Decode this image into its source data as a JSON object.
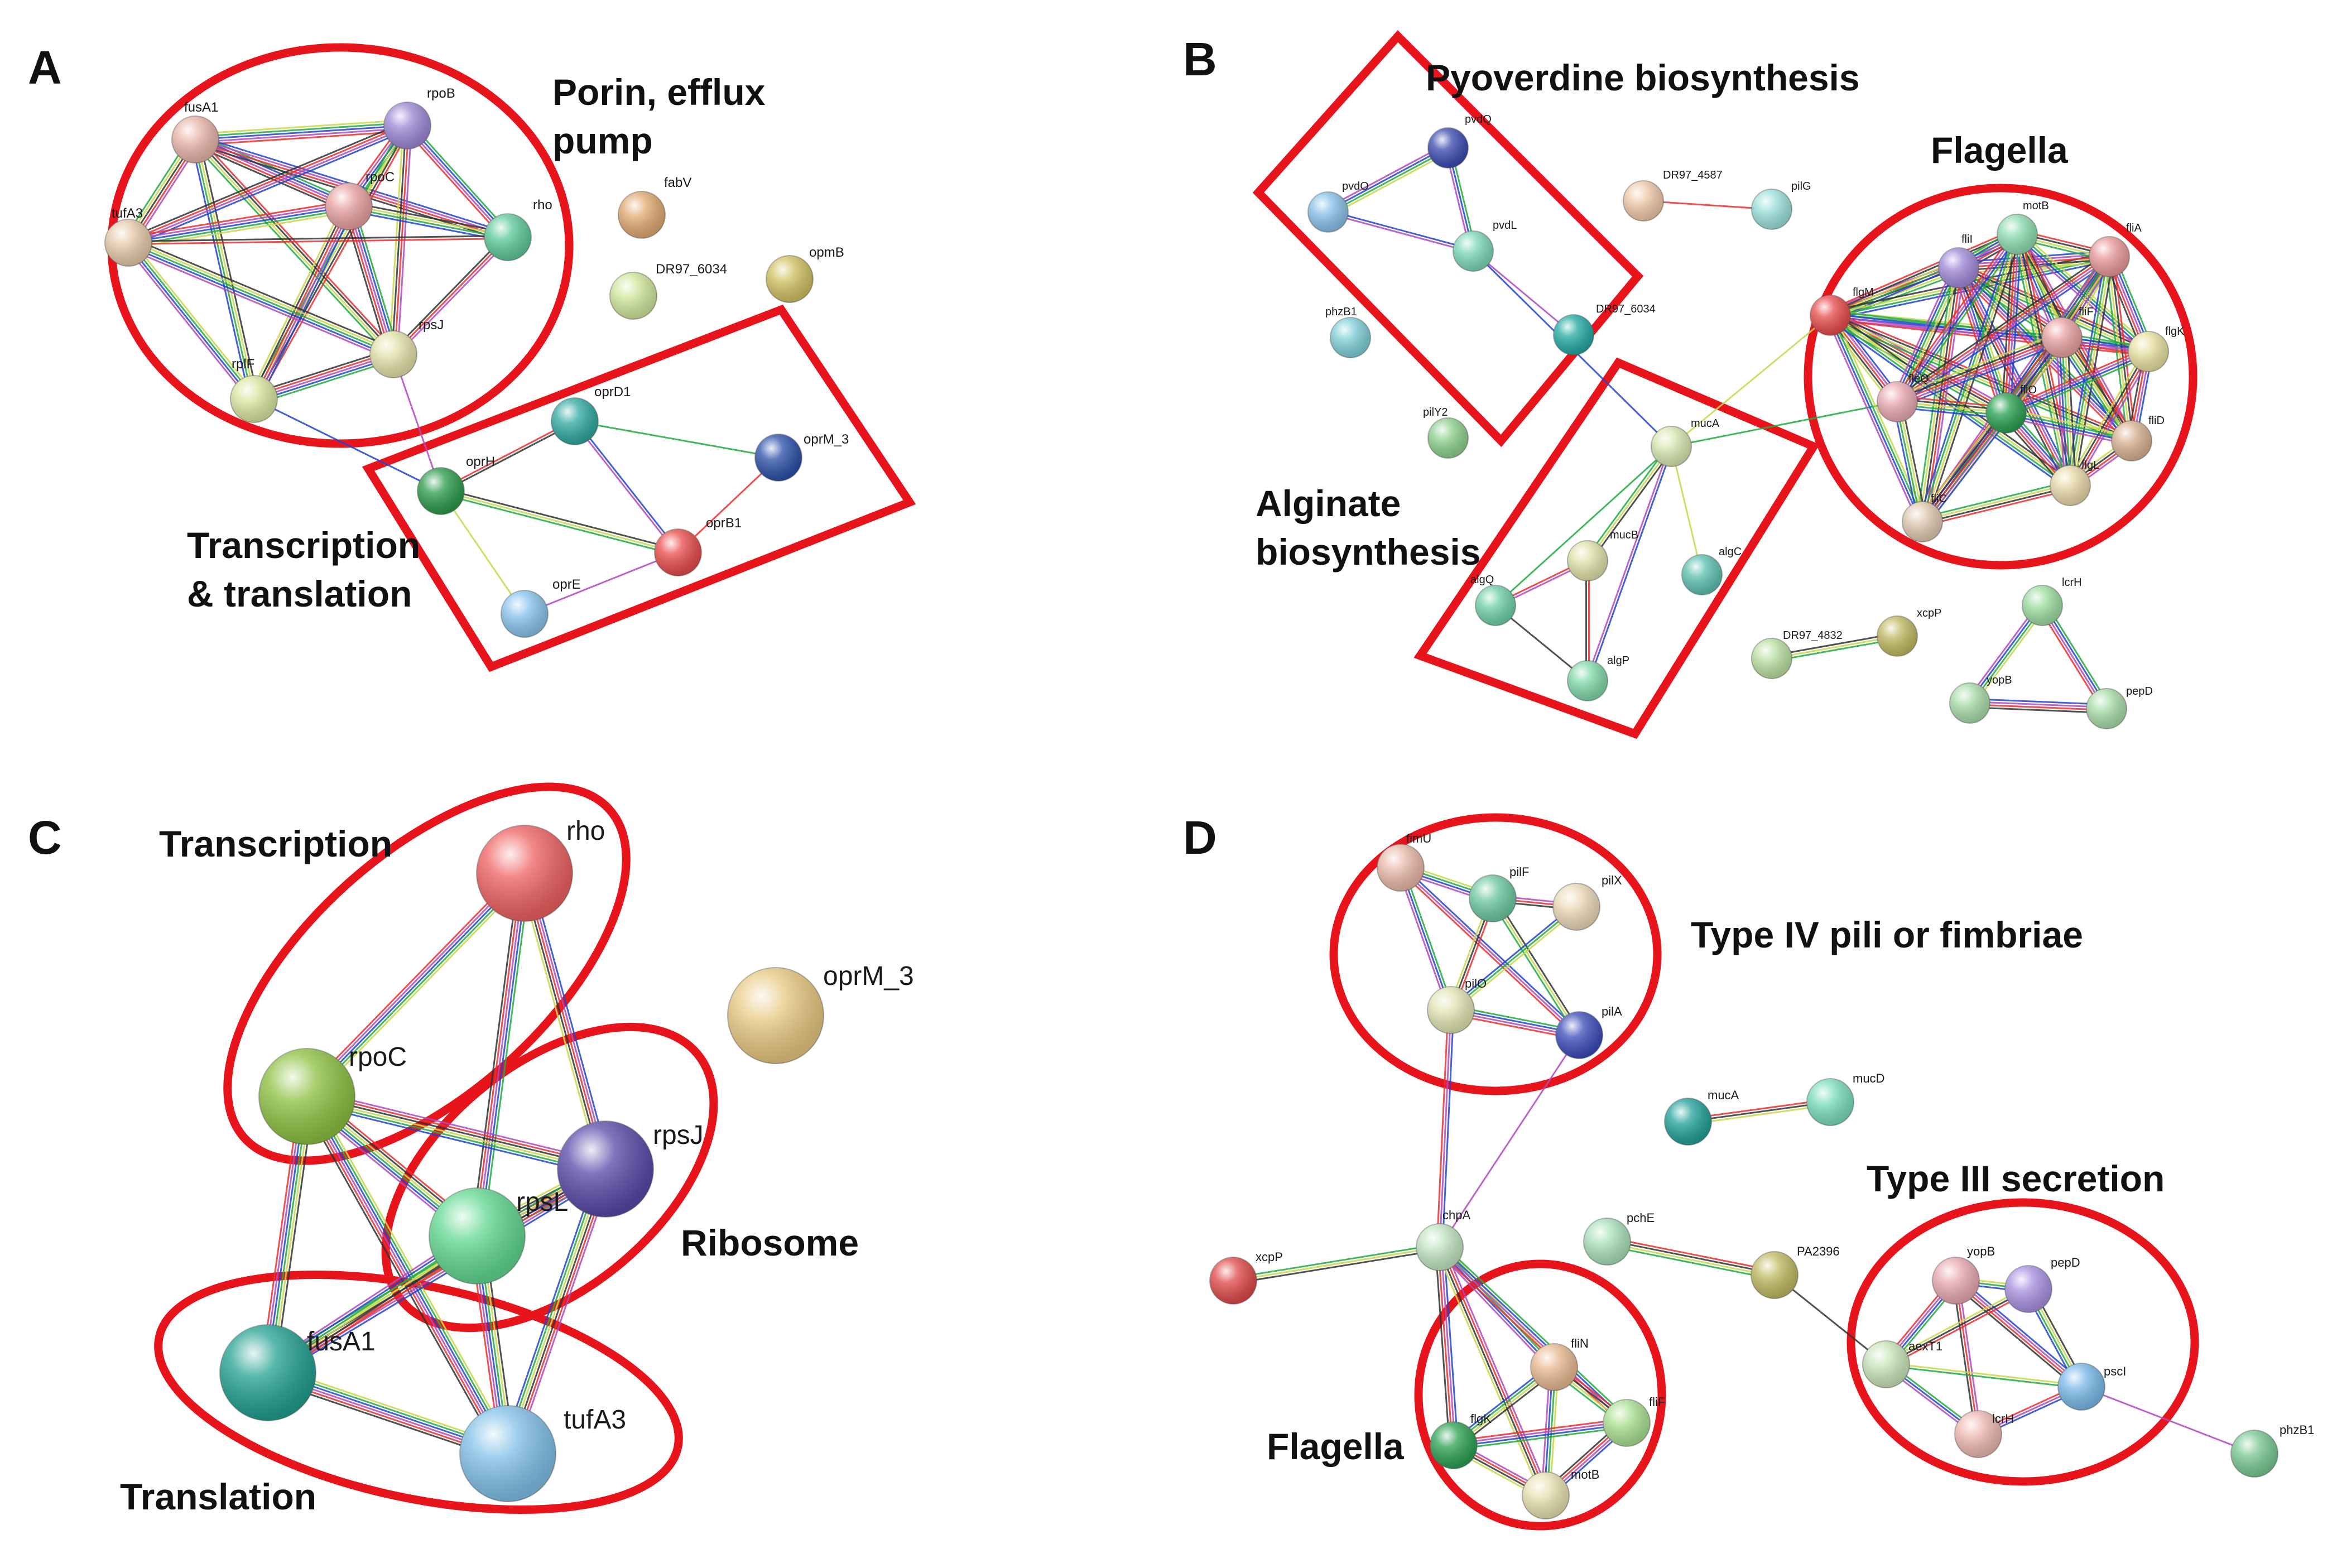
{
  "panels": [
    {
      "letter": "A",
      "labels": [
        [
          "Porin, efflux",
          "pump"
        ],
        [
          "Transcription",
          "& translation"
        ]
      ],
      "nodes": [
        {
          "name": "fusA1",
          "color": "#e8b4a8"
        },
        {
          "name": "rpoB",
          "color": "#9b87d6"
        },
        {
          "name": "rpoC",
          "color": "#e8a0a0"
        },
        {
          "name": "rho",
          "color": "#5cc99a"
        },
        {
          "name": "tufA3",
          "color": "#e6c8a8"
        },
        {
          "name": "rpsJ",
          "color": "#e3e0a8"
        },
        {
          "name": "rplF",
          "color": "#d8e6a0"
        },
        {
          "name": "fabV",
          "color": "#e0a870"
        },
        {
          "name": "DR97_6034",
          "color": "#cfe69a"
        },
        {
          "name": "opmB",
          "color": "#d0c060"
        },
        {
          "name": "oprD1",
          "color": "#2fa8a0"
        },
        {
          "name": "oprM_3",
          "color": "#2a4fa8"
        },
        {
          "name": "oprH",
          "color": "#2a9a4a"
        },
        {
          "name": "oprB1",
          "color": "#e84a4a"
        },
        {
          "name": "oprE",
          "color": "#88c4ec"
        }
      ]
    },
    {
      "letter": "B",
      "labels": [
        [
          "Pyoverdine biosynthesis"
        ],
        [
          "Flagella"
        ],
        [
          "Alginate",
          "biosynthesis"
        ]
      ],
      "nodes": [
        {
          "name": "pvdQ",
          "color": "#3a4ab0"
        },
        {
          "name": "pvdO",
          "color": "#88c0e8"
        },
        {
          "name": "pvdL",
          "color": "#7ad8b8"
        },
        {
          "name": "DR97_6034",
          "color": "#22a8a0"
        },
        {
          "name": "DR97_4587",
          "color": "#f0c8a8"
        },
        {
          "name": "pilG",
          "color": "#9ae0dc"
        },
        {
          "name": "phzB1",
          "color": "#7ecfd8"
        },
        {
          "name": "pilY2",
          "color": "#8cd08c"
        },
        {
          "name": "mucA",
          "color": "#d8e6b0"
        },
        {
          "name": "mucB",
          "color": "#e0e0a8"
        },
        {
          "name": "algC",
          "color": "#5cc0b0"
        },
        {
          "name": "algQ",
          "color": "#6ed0a8"
        },
        {
          "name": "algP",
          "color": "#7ed8a8"
        },
        {
          "name": "flgM",
          "color": "#e84a4a"
        },
        {
          "name": "fliI",
          "color": "#a088d8"
        },
        {
          "name": "motB",
          "color": "#8cdcb0"
        },
        {
          "name": "fliA",
          "color": "#e89898"
        },
        {
          "name": "fliF",
          "color": "#e8a0a0"
        },
        {
          "name": "flgK",
          "color": "#e8e0a0"
        },
        {
          "name": "fleQ",
          "color": "#e8a8b0"
        },
        {
          "name": "fliO",
          "color": "#28a050"
        },
        {
          "name": "fliD",
          "color": "#d8b090"
        },
        {
          "name": "flgL",
          "color": "#e8d8a8"
        },
        {
          "name": "fliC",
          "color": "#e0c8b0"
        },
        {
          "name": "DR97_4832",
          "color": "#b8e0a0"
        },
        {
          "name": "xcpP",
          "color": "#c0b860"
        },
        {
          "name": "lcrH",
          "color": "#9cdca0"
        },
        {
          "name": "yopB",
          "color": "#a8dca8"
        },
        {
          "name": "pepD",
          "color": "#a8dca8"
        }
      ]
    },
    {
      "letter": "C",
      "labels": [
        [
          "Transcription"
        ],
        [
          "Ribosome"
        ],
        [
          "Translation"
        ]
      ],
      "nodes": [
        {
          "name": "rho",
          "color": "#ee6060"
        },
        {
          "name": "oprM_3",
          "color": "#e8c880"
        },
        {
          "name": "rpoC",
          "color": "#8cc040"
        },
        {
          "name": "rpsJ",
          "color": "#5848a8"
        },
        {
          "name": "rpsL",
          "color": "#60d890"
        },
        {
          "name": "fusA1",
          "color": "#20a090"
        },
        {
          "name": "tufA3",
          "color": "#80c0e8"
        }
      ]
    },
    {
      "letter": "D",
      "labels": [
        [
          "Type IV pili or fimbriae"
        ],
        [
          "Type III secretion"
        ],
        [
          "Flagella"
        ]
      ],
      "nodes": [
        {
          "name": "fimU",
          "color": "#e8b8a8"
        },
        {
          "name": "pilF",
          "color": "#6cc8a0"
        },
        {
          "name": "pilX",
          "color": "#ecd8b8"
        },
        {
          "name": "pilO",
          "color": "#e0e4b0"
        },
        {
          "name": "pilA",
          "color": "#3a4ab8"
        },
        {
          "name": "mucA",
          "color": "#20a098"
        },
        {
          "name": "mucD",
          "color": "#78dcbc"
        },
        {
          "name": "chpA",
          "color": "#c0e4c0"
        },
        {
          "name": "xcpP",
          "color": "#e04848"
        },
        {
          "name": "pchE",
          "color": "#a8e0b8"
        },
        {
          "name": "PA2396",
          "color": "#c0b860"
        },
        {
          "name": "yopB",
          "color": "#e8a8b0"
        },
        {
          "name": "pepD",
          "color": "#a890e0"
        },
        {
          "name": "aexT1",
          "color": "#c8e4b8"
        },
        {
          "name": "pscI",
          "color": "#78b8e8"
        },
        {
          "name": "lcrH",
          "color": "#eeb8b0"
        },
        {
          "name": "phzB1",
          "color": "#78c890"
        },
        {
          "name": "fliN",
          "color": "#e8b890"
        },
        {
          "name": "fliF",
          "color": "#a8e090"
        },
        {
          "name": "flgK",
          "color": "#2aa050"
        },
        {
          "name": "motB",
          "color": "#e8e0b0"
        }
      ]
    }
  ]
}
